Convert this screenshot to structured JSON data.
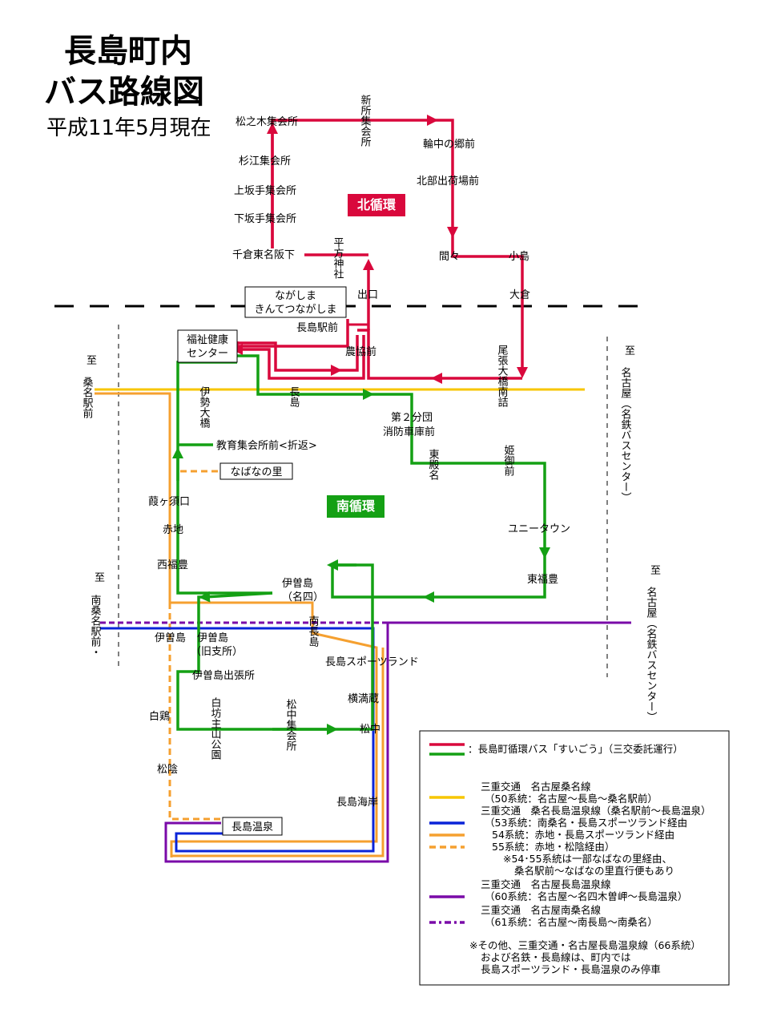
{
  "title": {
    "line1": "長島町内",
    "line2": "バス路線図",
    "sub": "平成11年5月現在"
  },
  "badges": {
    "north": "北循環",
    "south": "南循環"
  },
  "colors": {
    "red": "#d9083c",
    "green": "#14a014",
    "yellow": "#f7c600",
    "blue": "#0a24d8",
    "orange": "#f5a030",
    "purple": "#7a0aa8",
    "badge_red": "#d9083c",
    "badge_green": "#14a014"
  },
  "stops": {
    "matsunoki": "松之木集会所",
    "sugie": "杉江集会所",
    "kamisakate": "上坂手集会所",
    "shimosakate": "下坂手集会所",
    "chikura": "千倉東名阪下",
    "hirakata": "平方神社",
    "shinsho": "新所集会所",
    "wanaka": "輪中の郷前",
    "hokubu": "北部出荷場前",
    "mama": "間々",
    "kojima": "小島",
    "okura": "大倉",
    "deguchi": "出口",
    "nagashima_st": "長島駅前",
    "nokyo": "農協前",
    "owari": "尾張大橋南詰",
    "nagashima": "長島",
    "ise": "伊勢大橋",
    "dai2": "第２分団",
    "dai2b": "消防車庫前",
    "higashitono": "東殿名",
    "himemiko": "姫御前",
    "kyoiku": "教育集会所前<折返>",
    "unitown": "ユニータウン",
    "higashifuku": "東福豊",
    "iso_mei4": "伊曽島",
    "iso_mei4b": "（名四）",
    "minami_nag": "南長島",
    "iso": "伊曽島",
    "iso_kyu": "伊曽島",
    "iso_kyub": "（旧支所）",
    "sports": "長島スポーツランド",
    "iso_shutcho": "伊曽島出張所",
    "yokomitsu": "横満蔵",
    "shirotori": "白鶏",
    "hakubo": "白坊主山公園",
    "matsunaka_s": "松中集会所",
    "matsunaka": "松中",
    "matsukage": "松陰",
    "kaigan": "長島海岸",
    "onsen": "長島温泉",
    "ashigasu": "葭ヶ須口",
    "akaji": "赤地",
    "nishifuku": "西福豊"
  },
  "boxes": {
    "nagashima_line1": "ながしま",
    "nagashima_line2": "きんてつながしま",
    "fukushi_line1": "福祉健康",
    "fukushi_line2": "センター",
    "nabana": "なばなの里",
    "onsen": "長島温泉"
  },
  "directions": {
    "left_top_to": "至",
    "left_top": "桑名駅前",
    "left_bottom_to": "至",
    "left_bottom": "南桑名駅前・",
    "right_top_to": "至",
    "right_top": "名古屋（名鉄バスセンター）",
    "right_bottom_to": "至",
    "right_bottom": "名古屋（名鉄バスセンター）"
  },
  "legend": {
    "l1": "：長島町循環バス「すいごう」（三交委託運行）",
    "l2": "三重交通　名古屋桑名線",
    "l3": "（50系統：名古屋～長島～桑名駅前）",
    "l4": "三重交通　桑名長島温泉線（桑名駅前～長島温泉）",
    "l5": "（53系統：南桑名・長島スポーツランド経由",
    "l6": "54系統：赤地・長島スポーツランド経由",
    "l7": "55系統：赤地・松陰経由）",
    "l8": "※54･55系統は一部なばなの里経由、",
    "l9": "桑名駅前～なばなの里直行便もあり",
    "l10": "三重交通　名古屋長島温泉線",
    "l11": "（60系統：名古屋～名四木曽岬～長島温泉）",
    "l12": "三重交通　名古屋南桑名線",
    "l13": "（61系統：名古屋～南長島～南桑名）",
    "l14": "※その他、三重交通・名古屋長島温泉線（66系統）",
    "l15": "および名鉄・長島線は、町内では",
    "l16": "長島スポーツランド・長島温泉のみ停車"
  }
}
